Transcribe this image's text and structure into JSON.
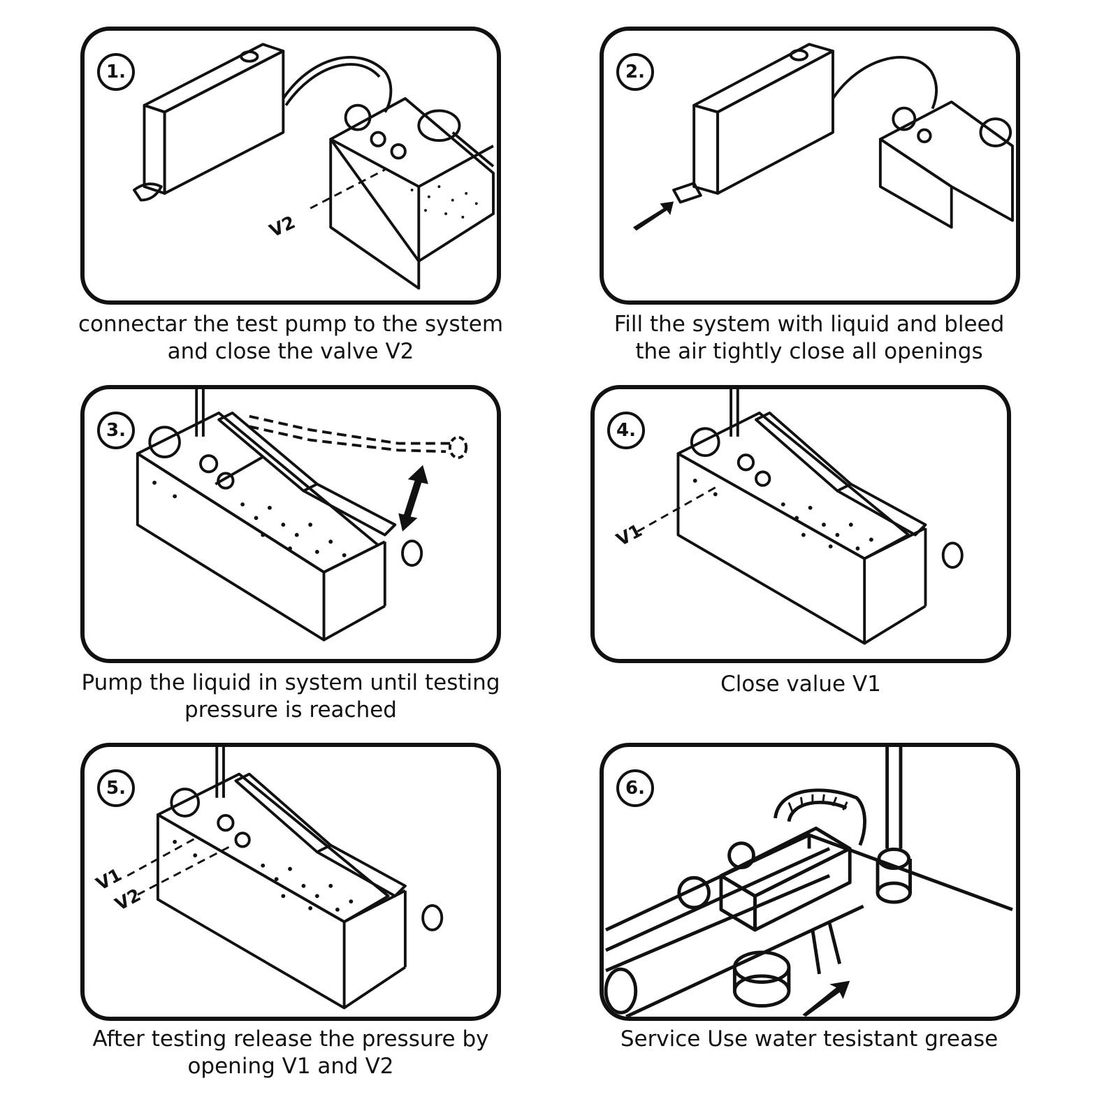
{
  "steps": [
    {
      "number": "1.",
      "caption_line1": "connectar the test pump to the system",
      "caption_line2": "and close the valve V2",
      "labels": [
        "V2"
      ]
    },
    {
      "number": "2.",
      "caption_line1": "Fill the system with liquid and bleed",
      "caption_line2": "the air tightly close all openings",
      "labels": []
    },
    {
      "number": "3.",
      "caption_line1": "Pump the liquid in system until testing",
      "caption_line2": "pressure is reached",
      "labels": []
    },
    {
      "number": "4.",
      "caption_line1": "Close value V1",
      "caption_line2": "",
      "labels": [
        "V1"
      ]
    },
    {
      "number": "5.",
      "caption_line1": "After testing release the pressure by",
      "caption_line2": "opening V1 and V2",
      "labels": [
        "V1",
        "V2"
      ]
    },
    {
      "number": "6.",
      "caption_line1": "Service Use water tesistant grease",
      "caption_line2": "",
      "labels": []
    }
  ]
}
